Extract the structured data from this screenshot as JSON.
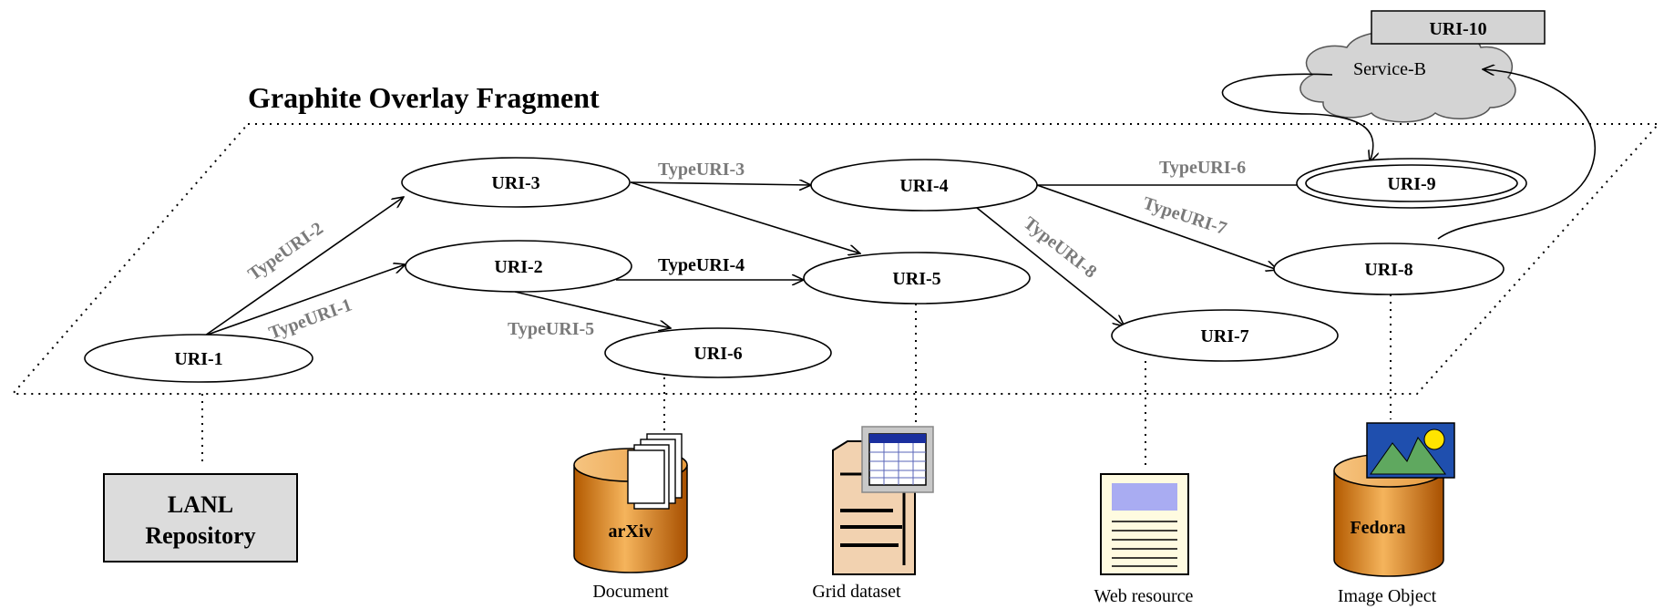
{
  "title": "Graphite Overlay Fragment",
  "nodes": {
    "uri1": "URI-1",
    "uri2": "URI-2",
    "uri3": "URI-3",
    "uri4": "URI-4",
    "uri5": "URI-5",
    "uri6": "URI-6",
    "uri7": "URI-7",
    "uri8": "URI-8",
    "uri9": "URI-9",
    "uri10": "URI-10"
  },
  "edges": {
    "e1": "TypeURI-1",
    "e2": "TypeURI-2",
    "e3": "TypeURI-3",
    "e4": "TypeURI-4",
    "e5": "TypeURI-5",
    "e6": "TypeURI-6",
    "e7": "TypeURI-7",
    "e8": "TypeURI-8"
  },
  "service": "Service-B",
  "repository": [
    "LANL",
    "Repository"
  ],
  "resources": {
    "arxiv_db": "arXiv",
    "document": "Document",
    "grid": "Grid dataset",
    "web": "Web resource",
    "fedora_db": "Fedora",
    "image": "Image Object"
  }
}
